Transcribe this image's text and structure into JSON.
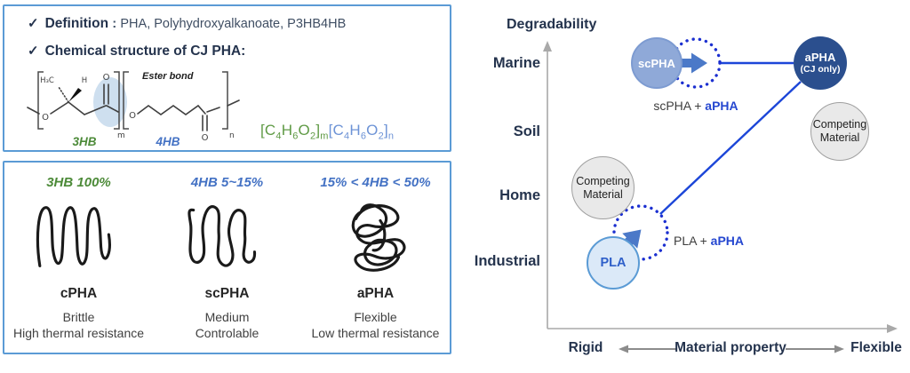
{
  "colors": {
    "panel_border": "#5b9bd5",
    "navy_text": "#24334d",
    "body_text": "#3f4e63",
    "green_accent": "#4c8a38",
    "blue_accent": "#4472c4",
    "royal_blue_line": "#1c46d8",
    "dotted_circle_blue": "#1b2fd0",
    "block_arrow_blue": "#4b79c8",
    "scpha_fill": "#8fa9d8",
    "apha_fill": "#2b4f8e",
    "pla_fill": "#dbe9f8",
    "pla_text": "#2e5fc9",
    "competing_fill": "#e9e9e9",
    "axis_gray": "#8c8c8c"
  },
  "definition_panel": {
    "bullet1": {
      "check": "✓",
      "label": "Definition",
      "separator": " : ",
      "text": "PHA, Polyhydroxyalkanoate, P3HB4HB"
    },
    "bullet2": {
      "check": "✓",
      "label": "Chemical structure of CJ PHA:"
    },
    "structure": {
      "ester_bond_label": "Ester bond",
      "h3c": "H₃C",
      "h": "H",
      "o_ether_1": "O",
      "o_carbonyl_1": "O",
      "o_ether_2": "O",
      "o_carbonyl_2": "O",
      "sub_m": "m",
      "sub_n": "n",
      "unit1": "3HB",
      "unit2": "4HB"
    },
    "formula": {
      "green_parts": [
        {
          "t": "[C"
        },
        {
          "t": "4"
        },
        {
          "t": "H"
        },
        {
          "t": "6"
        },
        {
          "t": "O"
        },
        {
          "t": "2"
        },
        {
          "t": "]"
        },
        {
          "t": "m"
        }
      ],
      "blue_parts": [
        {
          "t": "[C"
        },
        {
          "t": "4"
        },
        {
          "t": "H"
        },
        {
          "t": "6"
        },
        {
          "t": "O"
        },
        {
          "t": "2"
        },
        {
          "t": "]"
        },
        {
          "t": "n"
        }
      ]
    }
  },
  "types_panel": {
    "columns": [
      {
        "heading": "3HB 100%",
        "name": "cPHA",
        "desc1": "Brittle",
        "desc2": "High thermal resistance"
      },
      {
        "heading": "4HB 5~15%",
        "name": "scPHA",
        "desc1": "Medium",
        "desc2": "Controlable"
      },
      {
        "heading": "15% < 4HB < 50%",
        "name": "aPHA",
        "desc1": "Flexible",
        "desc2": "Low thermal resistance"
      }
    ]
  },
  "chart": {
    "type": "scatter-positioning",
    "y_axis_title": "Degradability",
    "y_ticks": [
      "Marine",
      "Soil",
      "Home",
      "Industrial"
    ],
    "x_axis_left": "Rigid",
    "x_axis_title": "Material property",
    "x_axis_right": "Flexible",
    "nodes": {
      "scpha": {
        "label": "scPHA",
        "x": "mid-left",
        "y": "Marine"
      },
      "apha": {
        "label": "aPHA",
        "sublabel": "(CJ only)",
        "x": "flexible-right",
        "y": "Marine"
      },
      "competing_top": {
        "line1": "Competing",
        "line2": "Material",
        "x": "flexible-right",
        "y": "Soil"
      },
      "competing_mid": {
        "line1": "Competing",
        "line2": "Material",
        "x": "rigid-left",
        "y": "Home"
      },
      "pla": {
        "label": "PLA",
        "x": "rigid-left",
        "y": "Industrial"
      }
    },
    "annotations": {
      "scpha_mix_prefix": "scPHA + ",
      "scpha_mix_highlight": "aPHA",
      "pla_mix_prefix": "PLA + ",
      "pla_mix_highlight": "aPHA"
    }
  }
}
